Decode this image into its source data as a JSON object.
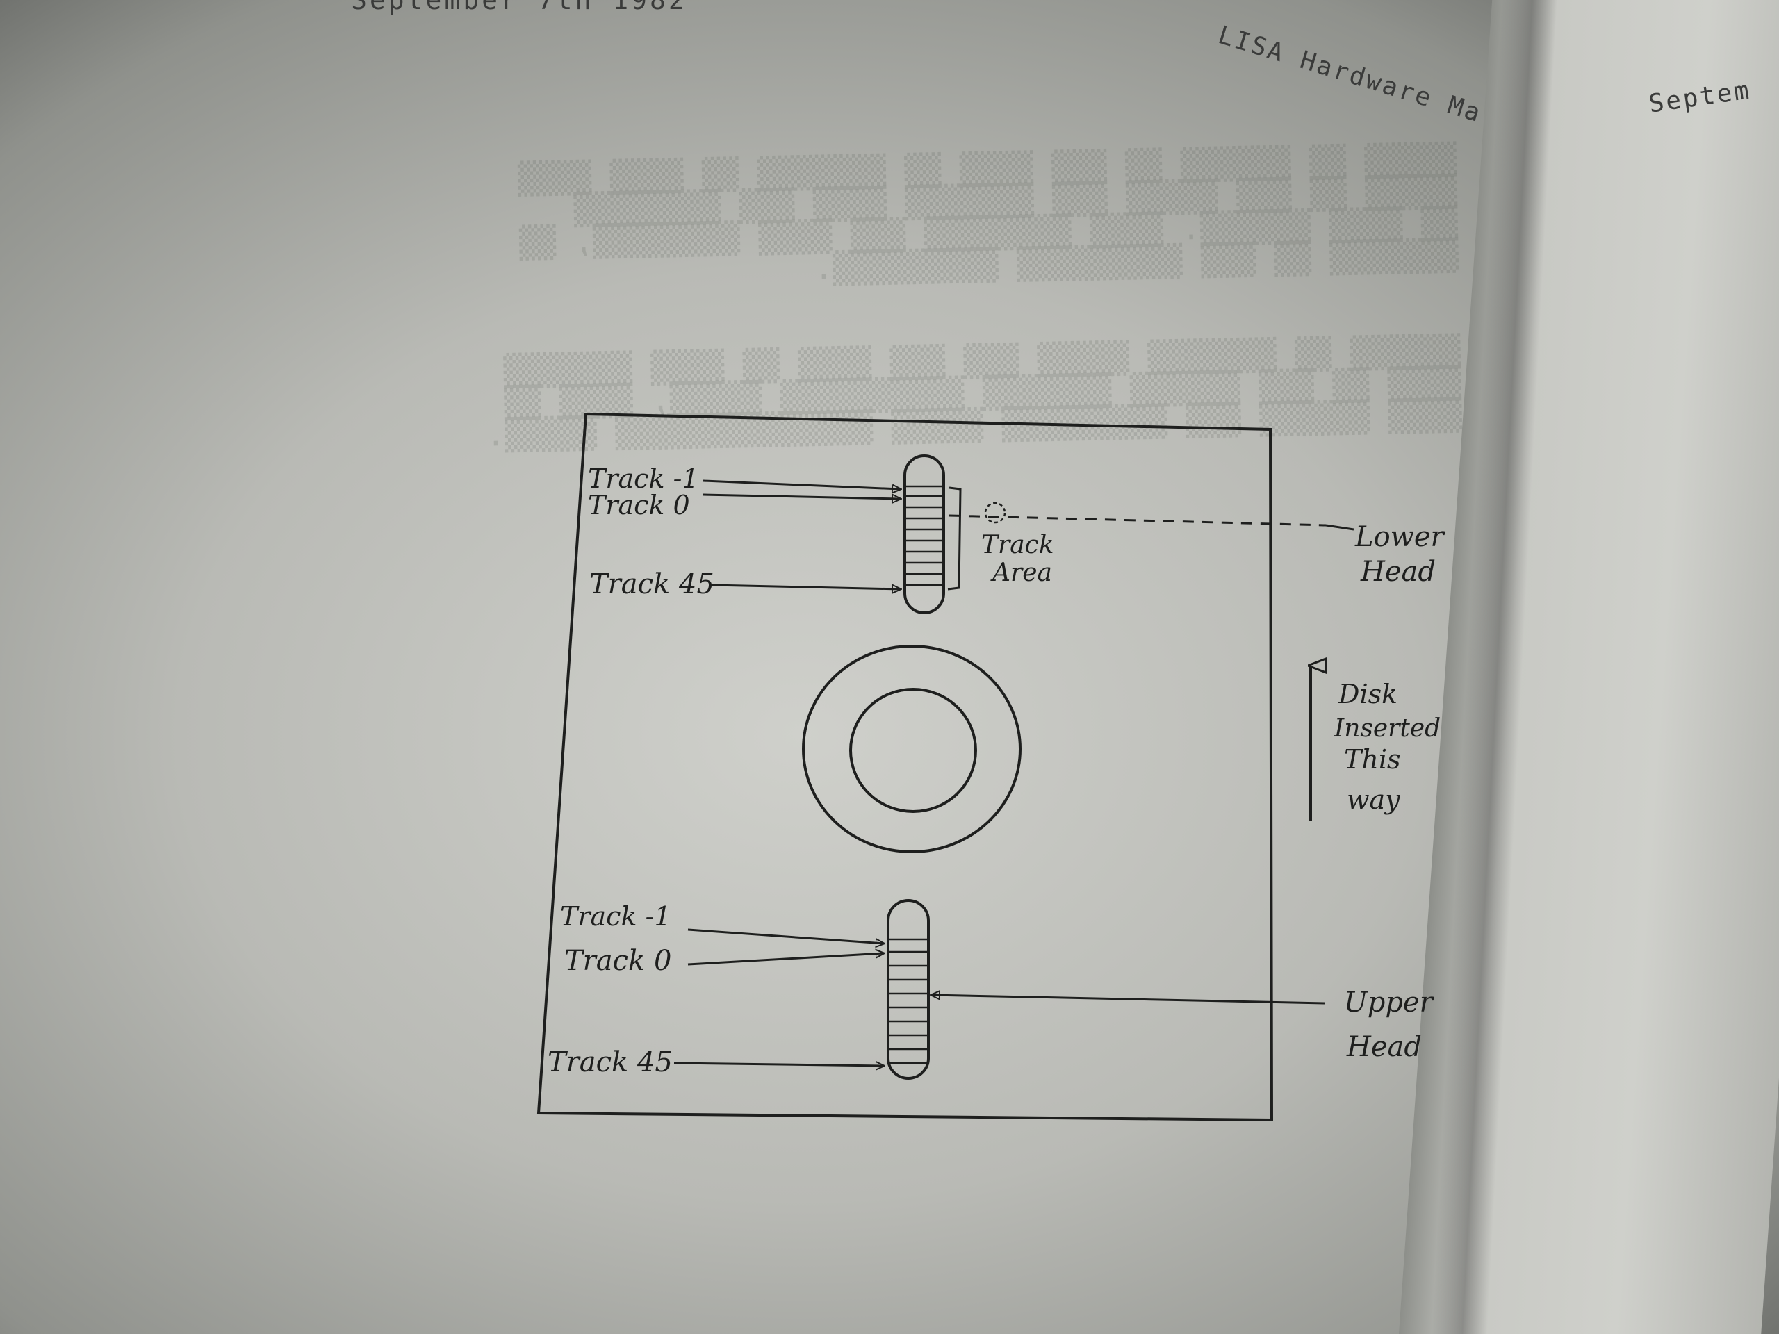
{
  "header": {
    "date": "September 7th 1982",
    "title": "LISA Hardware Ma",
    "right_page_header": "Septem"
  },
  "diagram": {
    "lower_head_labels": {
      "track_minus1": "Track -1",
      "track_0": "Track 0",
      "track_45": "Track 45",
      "track_area_line1": "Track",
      "track_area_line2": "Area",
      "head_line1": "Lower",
      "head_line2": "Head"
    },
    "upper_head_labels": {
      "track_minus1": "Track -1",
      "track_0": "Track 0",
      "track_45": "Track 45",
      "head_line1": "Upper",
      "head_line2": "Head"
    },
    "insertion_labels": {
      "line1": "Disk",
      "line2": "Inserted",
      "line3": "This",
      "line4": "way"
    }
  }
}
